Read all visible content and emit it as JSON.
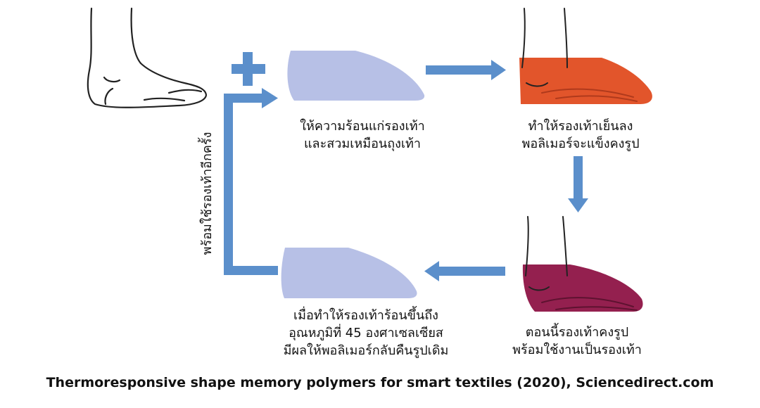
{
  "steps": {
    "heat": {
      "line1": "ให้ความร้อนแก่รองเท้า",
      "line2": "และสวมเหมือนถุงเท้า"
    },
    "cool": {
      "line1": "ทำให้รองเท้าเย็นลง",
      "line2": "พอลิเมอร์จะแข็งคงรูป"
    },
    "ready": {
      "line1": "ตอนนี้รองเท้าคงรูป",
      "line2": "พร้อมใช้งานเป็นรองเท้า"
    },
    "return": {
      "line1": "เมื่อทำให้รองเท้าร้อนขึ้นถึง",
      "line2": "อุณหภูมิที่ 45 องศาเซลเซียส",
      "line3": "มีผลให้พอลิเมอร์กลับคืนรูปเดิม"
    }
  },
  "side_label": "พร้อมใช้รองเท้าอีกครั้ง",
  "plus_symbol": "+",
  "source": "Thermoresponsive shape memory polymers for smart textiles (2020), Sciencedirect.com",
  "colors": {
    "arrow": "#5b8fcb",
    "soft_shoe": "#b7c0e6",
    "heated_shoe": "#e2552b",
    "set_shoe": "#94204f",
    "outline": "#222222"
  }
}
